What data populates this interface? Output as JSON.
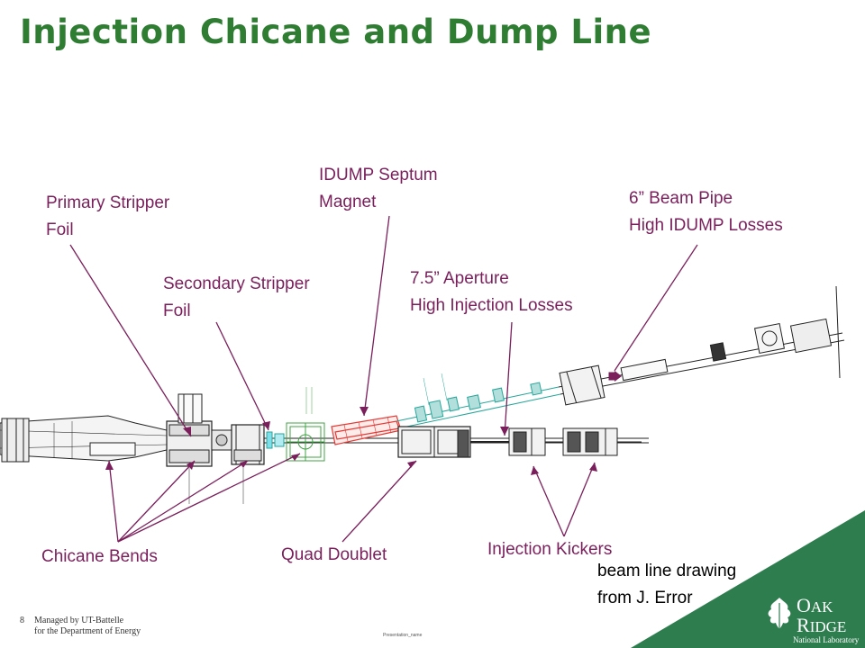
{
  "title": "Injection Chicane and Dump Line",
  "labels": {
    "primary_stripper": [
      "Primary Stripper",
      "Foil"
    ],
    "secondary_stripper": [
      "Secondary Stripper",
      "Foil"
    ],
    "idump_septum": [
      "IDUMP Septum",
      "Magnet"
    ],
    "aperture": [
      "7.5” Aperture",
      "High Injection Losses"
    ],
    "beam_pipe": [
      "6” Beam Pipe",
      "High IDUMP Losses"
    ],
    "chicane_bends": "Chicane Bends",
    "quad_doublet": "Quad Doublet",
    "injection_kickers": "Injection Kickers"
  },
  "note": [
    "beam line drawing",
    "from J. Error"
  ],
  "footer": {
    "slide_number": "8",
    "line1": "Managed by UT-Battelle",
    "line2": "for the Department of Energy",
    "presentation_name": "Presentation_name"
  },
  "logo": {
    "line1_o": "O",
    "line1_rest": "AK",
    "line2_r": "R",
    "line2_rest": "IDGE",
    "line3": "National Laboratory"
  },
  "colors": {
    "title": "#2e7d32",
    "label": "#7a1f5c",
    "arrow": "#7a1f5c",
    "logo_green": "#2e7d4f",
    "septum": "#e53935",
    "quad": "#43a047",
    "dump_line": "#26a69a"
  }
}
